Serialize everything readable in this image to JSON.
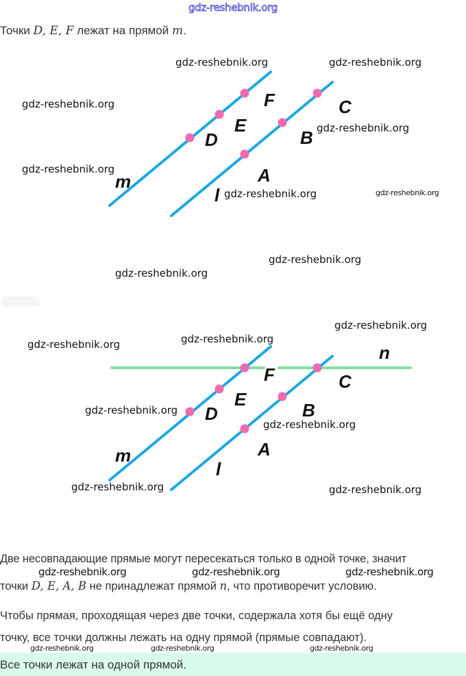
{
  "header_watermark": "gdz-reshebnik.org",
  "statement": {
    "prefix": "Точки",
    "points": "D,  E,  F",
    "middle": "лежат на прямой",
    "line": "m",
    "suffix": "."
  },
  "diagram1": {
    "line_labels": {
      "m": "m",
      "l": "l"
    },
    "point_labels": {
      "D": "D",
      "E": "E",
      "F": "F",
      "A": "A",
      "B": "B",
      "C": "C"
    },
    "colors": {
      "line": "#1ea7e1",
      "point": "#ee6bb0"
    }
  },
  "diagram2": {
    "line_labels": {
      "m": "m",
      "l": "l",
      "n": "n"
    },
    "point_labels": {
      "D": "D",
      "E": "E",
      "F": "F",
      "A": "A",
      "B": "B",
      "C": "C"
    },
    "colors": {
      "line": "#1ea7e1",
      "line_n": "#7fe0a0",
      "point": "#ee6bb0"
    }
  },
  "watermarks": [
    "gdz-reshebnik.org",
    "gdz-reshebnik.org",
    "gdz-reshebnik.org",
    "gdz-reshebnik.org",
    "gdz-reshebnik.org",
    "gdz-reshebnik.org",
    "gdz-reshebnik.org",
    "gdz-reshebnik.org",
    "gdz-reshebnik.org",
    "gdz-reshebnik.org",
    "gdz-reshebnik.org",
    "gdz-reshebnik.org",
    "gdz-reshebnik.org",
    "gdz-reshebnik.org",
    "gdz-reshebnik.org",
    "gdz-reshebnik.org",
    "gdz-reshebnik.org",
    "gdz-reshebnik.org",
    "gdz-reshebnik.org",
    "gdz-reshebnik.org",
    "gdz-reshebnik.org",
    "gdz-reshebnik.org"
  ],
  "explanation": {
    "line1": "Две несовпадающие прямые могут пересекаться только в одной точке, значит",
    "line2_prefix": "точки",
    "line2_points": "D,  E,  A,  B",
    "line2_middle": "не принадлежат прямой",
    "line2_line": "n",
    "line2_suffix": ", что противоречит условию."
  },
  "conclusion": {
    "line1": "Чтобы прямая, проходящая через две точки, содержала хотя бы ещё одну",
    "line2": "точку, все точки должны лежать на одну прямой (прямые совпадают)."
  },
  "answer": {
    "text": "Все точки лежат на одной прямой.",
    "background": "#d9fbe9"
  }
}
